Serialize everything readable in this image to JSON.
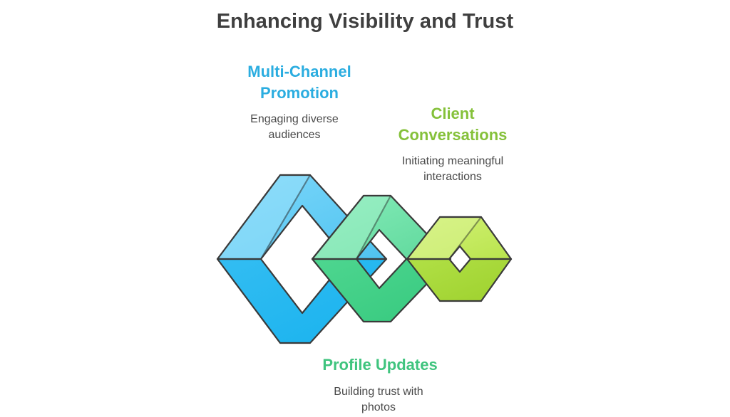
{
  "title": "Enhancing Visibility and Trust",
  "colors": {
    "promotion": "#2BADE0",
    "client": "#85C13A",
    "profile": "#3FC47E",
    "text_dark": "#3F3F3F",
    "text_desc": "#4A4A4A"
  },
  "items": {
    "promotion": {
      "label_line1": "Multi-Channel",
      "label_line2": "Promotion",
      "desc_line1": "Engaging diverse",
      "desc_line2": "audiences"
    },
    "client": {
      "label_line1": "Client",
      "label_line2": "Conversations",
      "desc_line1": "Initiating meaningful",
      "desc_line2": "interactions"
    },
    "profile": {
      "label_line1": "Profile Updates",
      "desc_line1": "Building trust with",
      "desc_line2": "photos"
    }
  }
}
